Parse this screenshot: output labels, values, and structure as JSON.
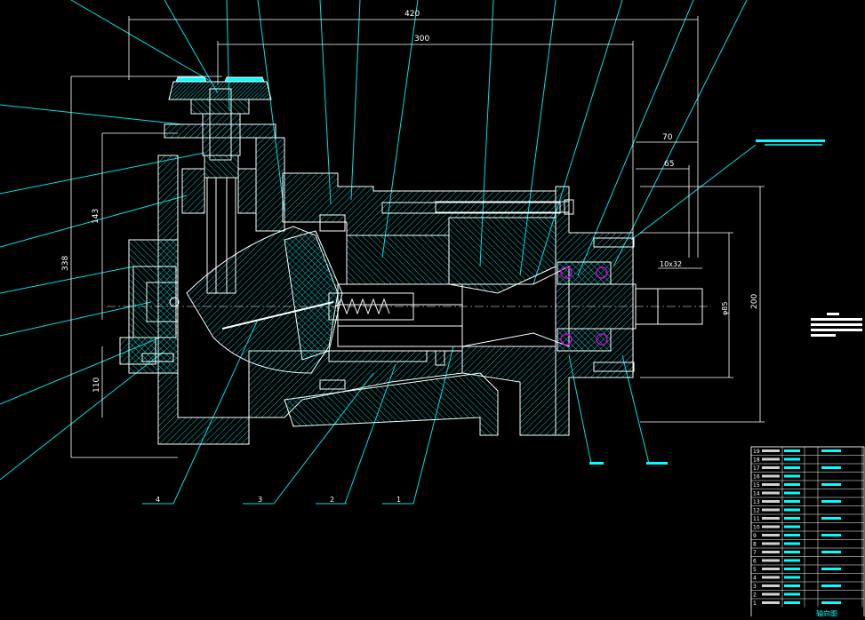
{
  "colors": {
    "background": "#000000",
    "outline": "#ffffff",
    "hatch": "#00c8c8",
    "leader": "#00e6e6",
    "highlight": "#00ffff",
    "bearing": "#d000d0"
  },
  "dimensions": {
    "d420": "420",
    "d300": "300",
    "d70": "70",
    "d65": "65",
    "d143": "143",
    "d338": "338",
    "d110": "110",
    "d200": "200",
    "d_shaft": "10x32",
    "d_phi": "φ85"
  },
  "part_labels": [
    "4",
    "3",
    "2",
    "1"
  ],
  "title_block": {
    "rows": [
      "19",
      "18",
      "17",
      "16",
      "15",
      "14",
      "13",
      "12",
      "11",
      "10",
      "9",
      "8",
      "7",
      "6",
      "5",
      "4",
      "3",
      "2",
      "1"
    ],
    "drawing_name": "轴向图"
  }
}
